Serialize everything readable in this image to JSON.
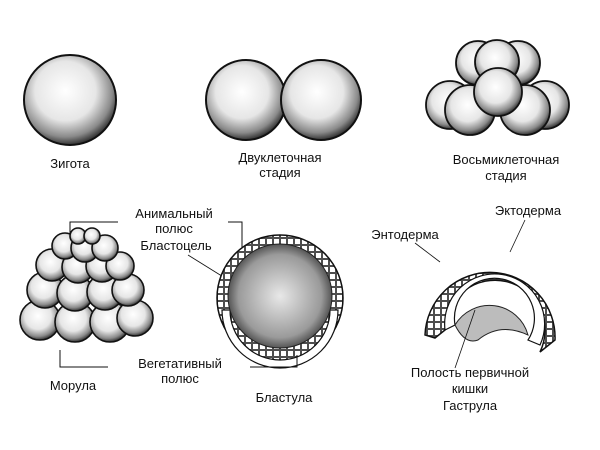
{
  "stages": {
    "zygote": {
      "label": "Зигота"
    },
    "two_cell": {
      "label_line1": "Двуклеточная",
      "label_line2": "стадия"
    },
    "eight_cell": {
      "label_line1": "Восьмиклеточная",
      "label_line2": "стадия"
    },
    "morula": {
      "label": "Морула"
    },
    "blastula": {
      "label": "Бластула"
    },
    "gastrula": {
      "label": "Гаструла"
    }
  },
  "annotations": {
    "animal_pole_line1": "Анимальный",
    "animal_pole_line2": "полюс",
    "blastocoel": "Бластоцель",
    "vegetative_pole_line1": "Вегетативный",
    "vegetative_pole_line2": "полюс",
    "endoderm": "Энтодерма",
    "ectoderm": "Эктодерма",
    "gut_cavity_line1": "Полость первичной",
    "gut_cavity_line2": "кишки"
  }
}
